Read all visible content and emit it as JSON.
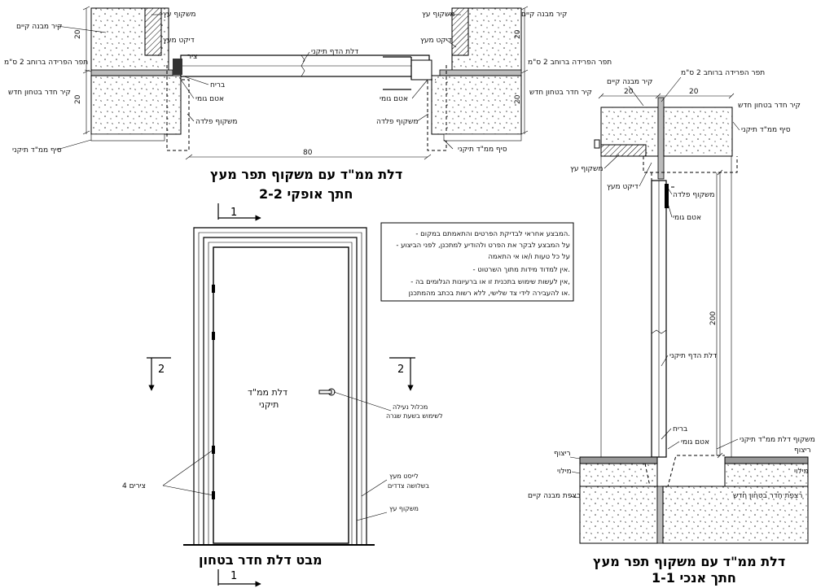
{
  "plan": {
    "labels": {
      "wood_frame_l": "משקוף עץ",
      "existing_wall_l": "קיר מבנה קיים",
      "wood_seal_l": "דיקט מעץ",
      "sep_gap_l": "תפר הפרידה ברוחב 2 ס\"מ",
      "new_concrete_l": "קיר חדר בטחון חדש",
      "hinge": "ציר",
      "bolt": "בריח",
      "rubber_l": "אטם גומי",
      "steel_frame_l": "משקוף פלדה",
      "sill_l": "סיף ממ\"ד תיקני",
      "door_leaf": "דלת הדף תיקני",
      "wood_frame_r": "משקוף עץ",
      "existing_wall_r": "קיר מבנה קיים",
      "wood_seal_r": "דיקט מעץ",
      "sep_gap_r": "תפר הפרידה ברוחב 2 ס\"מ",
      "new_concrete_r": "קיר חדר בטחון חדש",
      "rubber_r": "אטם גומי",
      "steel_frame_r": "משקוף פלדה",
      "sill_r": "סיף ממ\"ד תיקני"
    },
    "dims": {
      "top_l": "20",
      "mid_l": "20",
      "top_r": "20",
      "mid_r": "20",
      "width": "80"
    },
    "title1": "דלת ממ\"ד עם משקוף תפר מעץ",
    "title2": "חתך אופקי 2-2"
  },
  "notes": [
    "- המבצע אחראי לבדיקת הפרטים והתאמתם במקום.",
    "- על המבצע לבקר את הפרט ולהודיע למתכנן, לפני הביצוע",
    "  על כל טעות ו/או אי התאמה",
    "- אין למדוד מידות מתוך השרטוט.",
    "- אין לעשות שימוש בתכנית זו או ברעיונות הגלומים בה,",
    "  או להעבירה לידי צד שלישי, ללא רשות בכתב מהמתכנן."
  ],
  "elevation": {
    "door_label_1": "דלת ממ\"ד",
    "door_label_2": "תיקני",
    "handle_1": "מכלול נעילה",
    "handle_2": "לשימוש בשעת שגרה",
    "hinges": "4 צירים",
    "trim_1": "לייסט מעץ",
    "trim_2": "בשלושה צדדים",
    "frame": "משקוף עץ",
    "title": "מבט דלת חדר בטחון",
    "cut1_top": "1",
    "cut1_bottom": "1",
    "cut2_left": "2",
    "cut2_right": "2"
  },
  "section": {
    "labels": {
      "existing_wall": "קיר מבנה קיים",
      "sep_gap": "תפר הפרידה ברוחב 2 ס\"מ",
      "new_concrete": "קיר חדר בטחון חדש",
      "sill": "סיף ממ\"ד תיקני",
      "wood_frame": "משקוף עץ",
      "wood_seal": "דיקט מעץ",
      "steel_frame": "משקוף פלדה",
      "rubber": "אטם גומי",
      "door_leaf": "דלת הדף תיקני",
      "bolt": "בריח",
      "rubber_b": "אטם גומי",
      "sill_b": "משקוף דלת ממ\"ד תיקני",
      "floor_l": "ריצוף",
      "floor_r": "ריצוף",
      "screed_l": "מילוי",
      "screed_r": "מילוי",
      "slab_existing": "רצפת מבנה קיים",
      "slab_new": "רצפת חדר בטחון חדש"
    },
    "dims": {
      "w1": "20",
      "w2": "20",
      "height": "200"
    },
    "title1": "דלת ממ\"ד עם משקוף תפר מעץ",
    "title2": "חתך אנכי 1-1"
  }
}
